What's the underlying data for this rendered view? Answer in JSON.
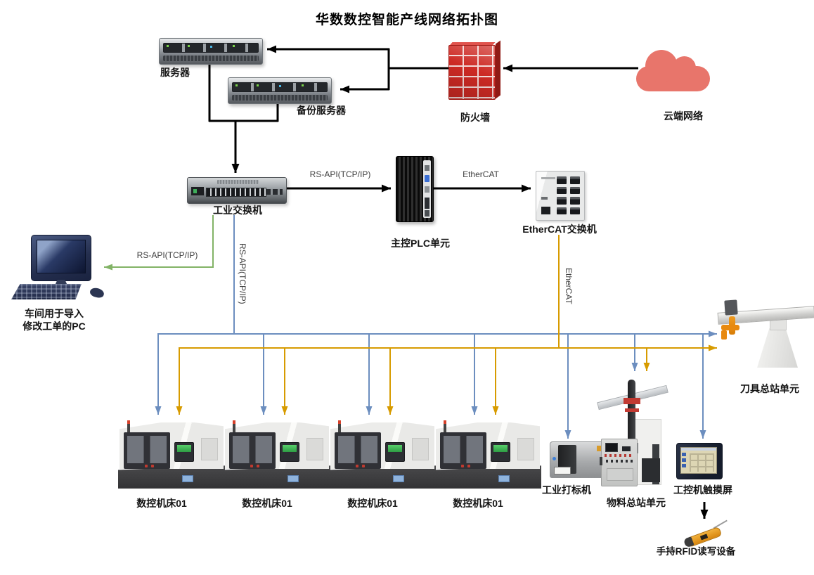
{
  "title": "华数数控智能产线网络拓扑图",
  "colors": {
    "line_black": "#000000",
    "line_blue": "#6C8EBF",
    "line_orange": "#D79B00",
    "line_green": "#82B366",
    "cloud_fill": "#E8756B",
    "firewall_red": "#CD2A24"
  },
  "nodes": {
    "server": "服务器",
    "backup_server": "备份服务器",
    "firewall": "防火墙",
    "cloud": "云端网络",
    "industrial_switch": "工业交换机",
    "plc": "主控PLC单元",
    "ethercat_switch": "EtherCAT交换机",
    "workshop_pc_line1": "车间用于导入",
    "workshop_pc_line2": "修改工单的PC",
    "cnc_machines": [
      "数控机床01",
      "数控机床01",
      "数控机床01",
      "数控机床01"
    ],
    "marking_machine": "工业打标机",
    "material_station": "物料总站单元",
    "touch_screen": "工控机触摸屏",
    "rfid_reader": "手持RFID读写设备",
    "tool_station": "刀具总站单元"
  },
  "edges": {
    "switch_to_plc": "RS-API(TCP/IP)",
    "plc_to_ethercat_switch": "EtherCAT",
    "switch_to_workshop_pc": "RS-API(TCP/IP)",
    "switch_machines_bus": "RS-API(TCP/IP)",
    "ethercat_bus": "EtherCAT"
  }
}
